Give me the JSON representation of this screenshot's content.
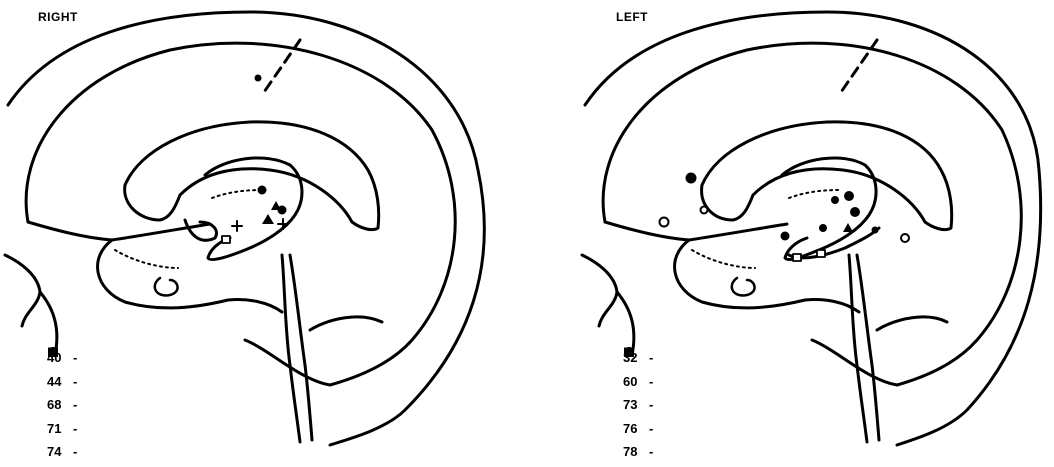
{
  "panels": [
    {
      "id": "right",
      "label": "RIGHT",
      "legend": [
        {
          "age": "40",
          "symbol": "open-circle"
        },
        {
          "age": "44",
          "symbol": "open-square"
        },
        {
          "age": "68",
          "symbol": "filled-triangle"
        },
        {
          "age": "71",
          "symbol": "plus"
        },
        {
          "age": "74",
          "symbol": "filled-circle"
        }
      ]
    },
    {
      "id": "left",
      "label": "LEFT",
      "legend": [
        {
          "age": "32",
          "symbol": "open-circle"
        },
        {
          "age": "60",
          "symbol": "open-square"
        },
        {
          "age": "73",
          "symbol": "filled-triangle"
        },
        {
          "age": "76",
          "symbol": "plus"
        },
        {
          "age": "78",
          "symbol": "filled-circle"
        }
      ]
    }
  ],
  "colors": {
    "line": "#000000",
    "background": "#ffffff"
  }
}
